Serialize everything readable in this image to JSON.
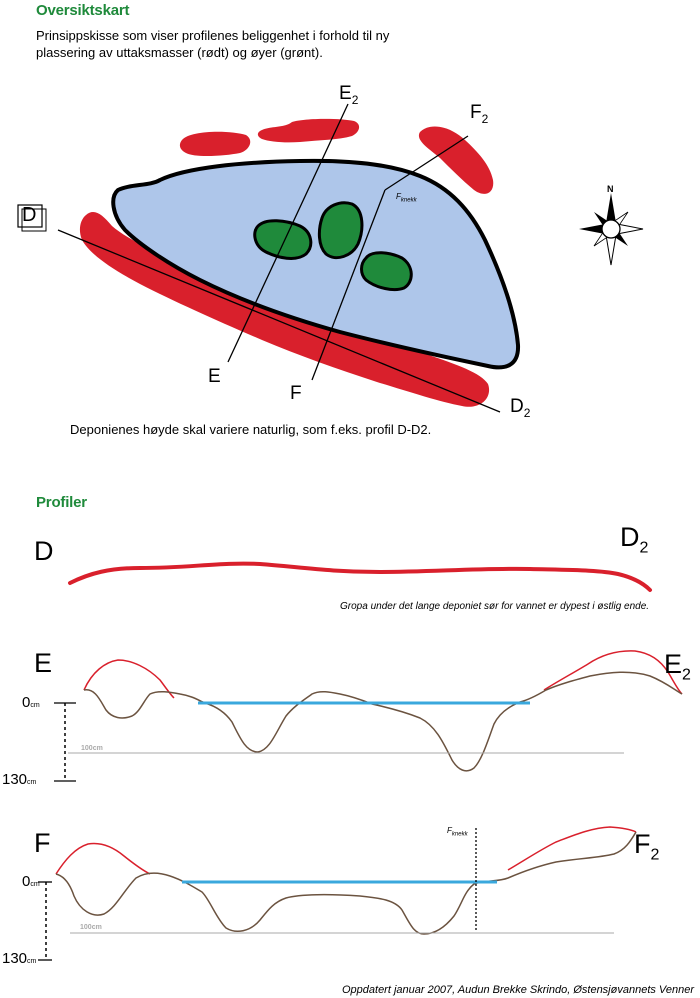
{
  "overview": {
    "heading": "Oversiktskart",
    "intro": "Prinsippskisse som viser profilenes beliggenhet i forhold til ny plassering av uttaksmasser (rødt) og øyer (grønt).",
    "caption": "Deponienes høyde skal variere naturlig, som f.eks. profil D-D2.",
    "labels": {
      "D": "D",
      "D2_main": "D",
      "D2_sub": "2",
      "E": "E",
      "E2_main": "E",
      "E2_sub": "2",
      "F": "F",
      "F2_main": "F",
      "F2_sub": "2",
      "fknekk_main": "F",
      "fknekk_sub": "knekk",
      "compass_n": "N"
    },
    "colors": {
      "deposit": "#d9202c",
      "lake": "#aec6ea",
      "island": "#1f8a3b",
      "outline": "#000000"
    }
  },
  "profiles": {
    "heading": "Profiler",
    "dd2": {
      "left": "D",
      "right_main": "D",
      "right_sub": "2",
      "note": "Gropa under det lange deponiet sør for vannet er dypest i østlig ende."
    },
    "ee2": {
      "left": "E",
      "right_main": "E",
      "right_sub": "2",
      "zero_main": "0",
      "zero_unit": "cm",
      "depth_main": "130",
      "depth_unit": "cm",
      "ref_main": "100",
      "ref_unit": "cm"
    },
    "ff2": {
      "left": "F",
      "right_main": "F",
      "right_sub": "2",
      "zero_main": "0",
      "zero_unit": "cm",
      "depth_main": "130",
      "depth_unit": "cm",
      "ref_main": "100",
      "ref_unit": "cm",
      "knekk_main": "F",
      "knekk_sub": "knekk"
    },
    "colors": {
      "deposit": "#d9202c",
      "water": "#3aa8dd",
      "ground": "#6b5340",
      "reference": "#aaaaaa"
    }
  },
  "footer": "Oppdatert januar 2007, Audun Brekke Skrindo, Østensjøvannets Venner"
}
